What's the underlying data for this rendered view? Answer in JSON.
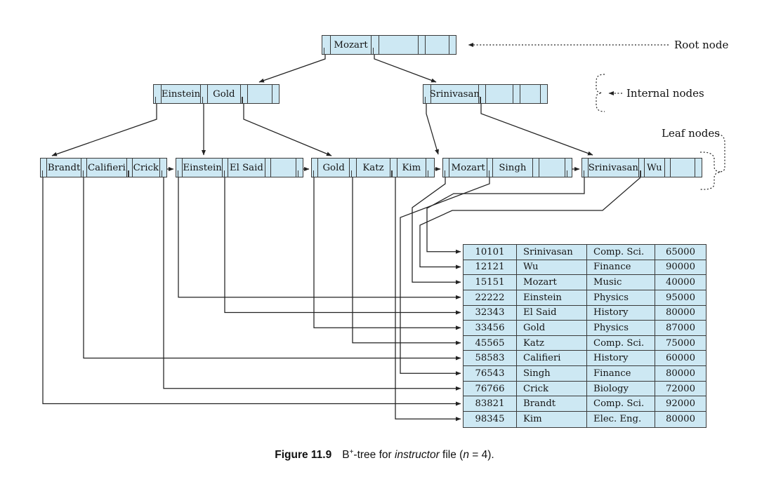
{
  "annotations": {
    "root_label": "Root node",
    "internal_label": "Internal nodes",
    "leaf_label": "Leaf nodes"
  },
  "tree": {
    "root": {
      "keys": [
        "Mozart",
        "",
        ""
      ]
    },
    "internal_left": {
      "keys": [
        "Einstein",
        "Gold",
        ""
      ]
    },
    "internal_right": {
      "keys": [
        "Srinivasan",
        "",
        ""
      ]
    },
    "leaf1": {
      "keys": [
        "Brandt",
        "Califieri",
        "Crick"
      ]
    },
    "leaf2": {
      "keys": [
        "Einstein",
        "El Said",
        ""
      ]
    },
    "leaf3": {
      "keys": [
        "Gold",
        "Katz",
        "Kim"
      ]
    },
    "leaf4": {
      "keys": [
        "Mozart",
        "Singh",
        ""
      ]
    },
    "leaf5": {
      "keys": [
        "Srinivasan",
        "Wu",
        ""
      ]
    }
  },
  "table": {
    "rows": [
      [
        "10101",
        "Srinivasan",
        "Comp. Sci.",
        "65000"
      ],
      [
        "12121",
        "Wu",
        "Finance",
        "90000"
      ],
      [
        "15151",
        "Mozart",
        "Music",
        "40000"
      ],
      [
        "22222",
        "Einstein",
        "Physics",
        "95000"
      ],
      [
        "32343",
        "El Said",
        "History",
        "80000"
      ],
      [
        "33456",
        "Gold",
        "Physics",
        "87000"
      ],
      [
        "45565",
        "Katz",
        "Comp. Sci.",
        "75000"
      ],
      [
        "58583",
        "Califieri",
        "History",
        "60000"
      ],
      [
        "76543",
        "Singh",
        "Finance",
        "80000"
      ],
      [
        "76766",
        "Crick",
        "Biology",
        "72000"
      ],
      [
        "83821",
        "Brandt",
        "Comp. Sci.",
        "92000"
      ],
      [
        "98345",
        "Kim",
        "Elec. Eng.",
        "80000"
      ]
    ]
  },
  "caption": {
    "fig": "Figure 11.9",
    "b": "B",
    "plus": "+",
    "mid": "-tree for ",
    "instr": "instructor",
    "mid2": " file (",
    "nvar": "n",
    "tail": " = 4)."
  },
  "colors": {
    "node_fill": "#cde8f3",
    "border": "#3a3a3a",
    "line": "#222222"
  }
}
